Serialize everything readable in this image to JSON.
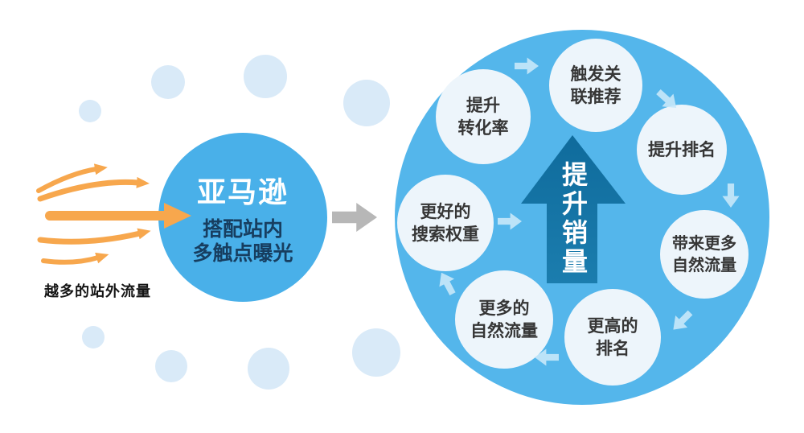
{
  "left_flow": {
    "label": "越多的站外流量",
    "arrow_count": 5,
    "arrow_color": "#f7a74d"
  },
  "hub_circle": {
    "title": "亚马逊",
    "subtitle_line1": "搭配站内",
    "subtitle_line2": "多触点曝光",
    "background": "#49b0e9",
    "title_color": "#ffffff",
    "subtitle_color": "#173e60"
  },
  "transition_arrow": {
    "color": "#b7b7b7"
  },
  "flywheel": {
    "background": "#54b6eb",
    "node_background": "#edf5fb",
    "node_text_color": "#363636",
    "cycle_arrow_color": "#c8e8fa",
    "center_arrow": {
      "label": "提升销量",
      "color_top": "#0f6b9c",
      "color_bottom": "#1b7dae",
      "label_color": "#ffffff"
    },
    "nodes": [
      {
        "id": "conversion-rate",
        "label": "提升\n转化率"
      },
      {
        "id": "related-recommend",
        "label": "触发关\n联推荐"
      },
      {
        "id": "ranking-up",
        "label": "提升排名"
      },
      {
        "id": "bring-organic-traffic",
        "label": "带来更多\n自然流量"
      },
      {
        "id": "higher-ranking",
        "label": "更高的\n排名"
      },
      {
        "id": "more-organic-traffic",
        "label": "更多的\n自然流量"
      },
      {
        "id": "search-weight",
        "label": "更好的\n搜索权重"
      }
    ]
  },
  "decor": {
    "dot_color": "#d9eaf8"
  }
}
